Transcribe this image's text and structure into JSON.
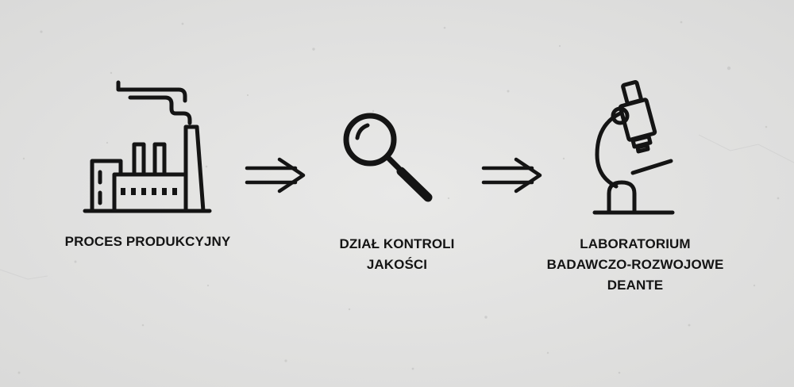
{
  "background_color": "#e4e4e3",
  "ink_color": "#141414",
  "steps": [
    {
      "icon": "factory-icon",
      "lines": [
        "PROCES PRODUKCYJNY"
      ]
    },
    {
      "icon": "magnifier-icon",
      "lines": [
        "DZIAŁ KONTROLI",
        "JAKOŚCI"
      ]
    },
    {
      "icon": "microscope-icon",
      "lines": [
        "LABORATORIUM",
        "BADAWCZO-ROZWOJOWE",
        "DEANTE"
      ]
    }
  ],
  "connectors": [
    "arrow-icon",
    "arrow-icon"
  ]
}
